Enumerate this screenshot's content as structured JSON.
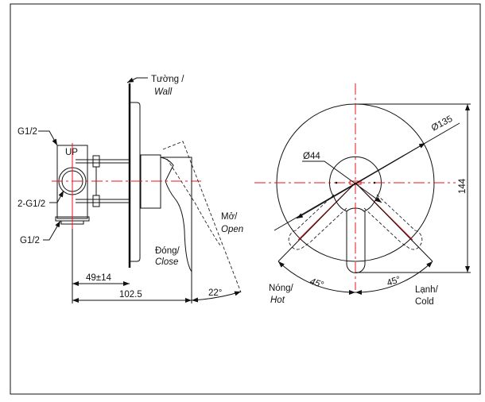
{
  "side_view": {
    "wall_label": "Tường /",
    "wall_label_en": "Wall",
    "top_port": "G1/2",
    "side_ports": "2-G1/2",
    "bottom_port": "G1/2",
    "up_mark": "UP",
    "open_label": "Mở/",
    "open_label_en": "Open",
    "close_label": "Đóng/",
    "close_label_en": "Close",
    "dim_wall_depth": "49±14",
    "dim_total_depth": "102.5",
    "dim_angle": "22°"
  },
  "front_view": {
    "dim_plate_diameter": "Ø135",
    "dim_hub_diameter": "Ø44",
    "dim_height": "144",
    "hot_label": "Nóng/",
    "hot_label_en": "Hot",
    "cold_label": "Lạnh/",
    "cold_label_en": "Cold",
    "hot_angle": "45°",
    "cold_angle": "45°"
  },
  "colors": {
    "line": "#111111",
    "centerline": "#e8161b"
  }
}
